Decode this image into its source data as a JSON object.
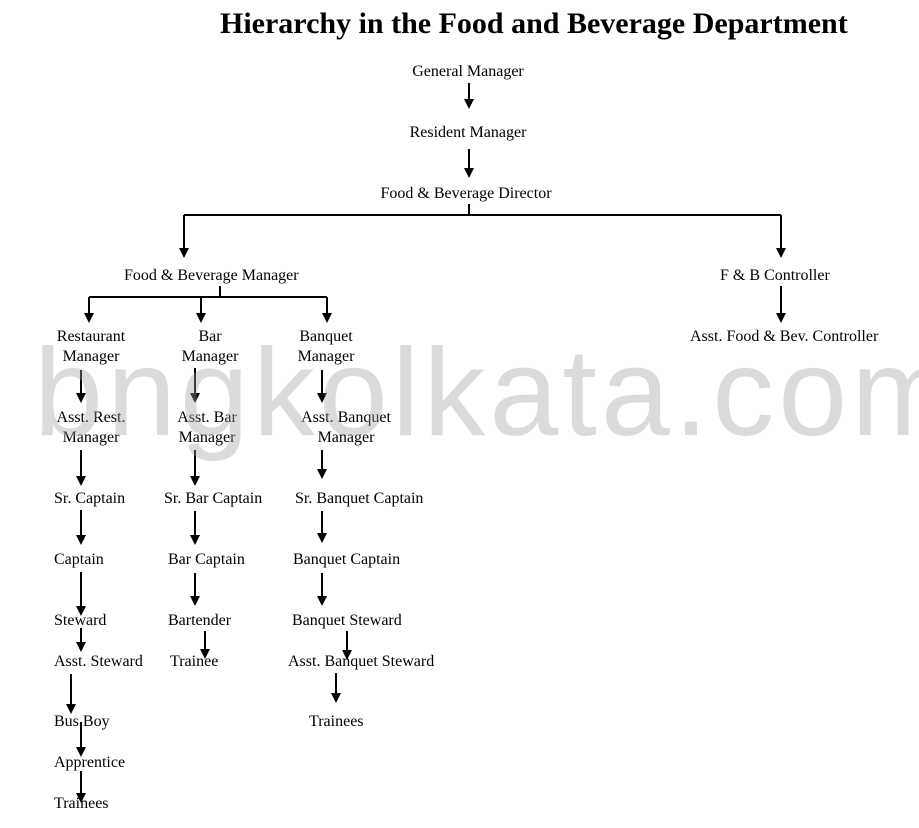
{
  "title": "Hierarchy in the Food and Beverage Department",
  "watermark": "bngkolkata.com",
  "colors": {
    "line": "#000000",
    "watermark": "#a0a0a0"
  },
  "nodes": {
    "gm": "General Manager",
    "rm": "Resident Manager",
    "fbd": "Food & Beverage Director",
    "fbm": "Food & Beverage Manager",
    "fbc": "F & B Controller",
    "afbc": "Asst. Food & Bev. Controller",
    "restaurant": {
      "manager_1": "Restaurant",
      "manager_2": "Manager",
      "asst_1": "Asst. Rest.",
      "asst_2": "Manager",
      "sr_captain": "Sr. Captain",
      "captain": "Captain",
      "steward": "Steward",
      "asst_steward": "Asst. Steward",
      "bus_boy": "Bus Boy",
      "apprentice": "Apprentice",
      "trainees": "Trainees"
    },
    "bar": {
      "manager_1": "Bar",
      "manager_2": "Manager",
      "asst_1": "Asst. Bar",
      "asst_2": "Manager",
      "sr_captain": "Sr. Bar Captain",
      "captain": "Bar Captain",
      "bartender": "Bartender",
      "trainee": "Trainee"
    },
    "banquet": {
      "manager_1": "Banquet",
      "manager_2": "Manager",
      "asst_1": "Asst. Banquet",
      "asst_2": "Manager",
      "sr_captain": "Sr. Banquet Captain",
      "captain": "Banquet Captain",
      "steward": "Banquet Steward",
      "asst_steward": "Asst. Banquet Steward",
      "trainees": "Trainees"
    }
  }
}
